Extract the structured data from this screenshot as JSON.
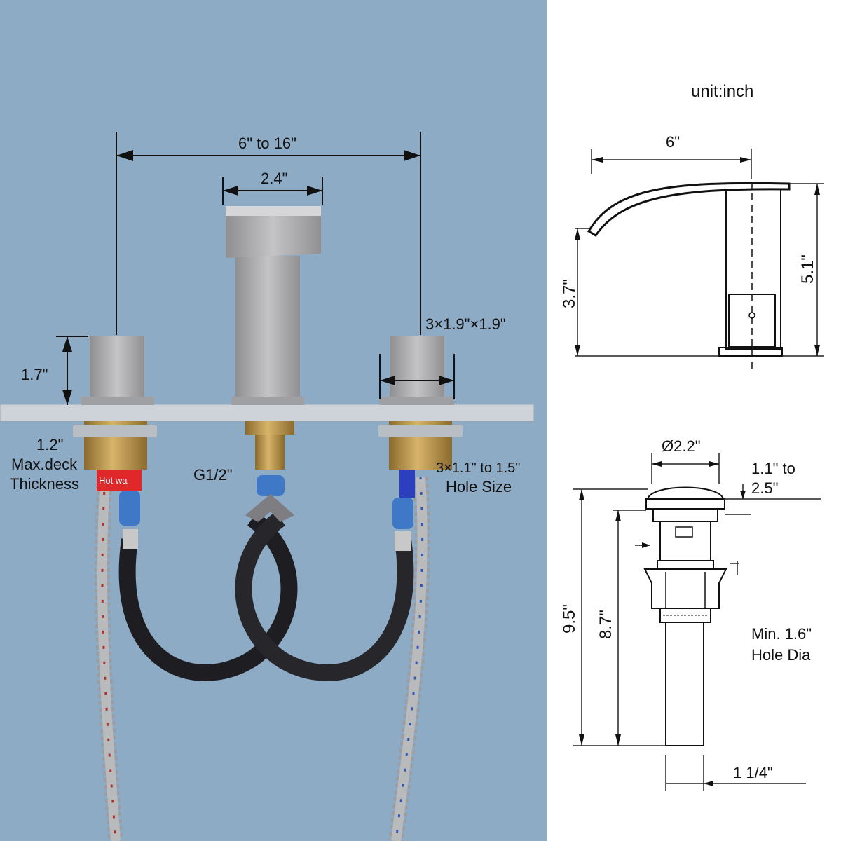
{
  "photo": {
    "labels": {
      "span": "6\" to 16\"",
      "spout_width": "2.4\"",
      "handle_size": "3×1.9\"×1.9\"",
      "handle_height": "1.7\"",
      "deck_value": "1.2\"",
      "deck_line1": "Max.deck",
      "deck_line2": "Thickness",
      "thread": "G1/2\"",
      "hole_size_line1": "3×1.1\" to 1.5\"",
      "hole_size_line2": "Hole Size",
      "hot_tag": "Hot wa"
    },
    "colors": {
      "background": "#8eabc6",
      "brushed_nickel": "#a9a9ab",
      "brass": "#b8924a",
      "hose_black": "#1e1e22"
    }
  },
  "drawing_top": {
    "unit": "unit:inch",
    "spout_length": "6\"",
    "spout_height": "3.7\"",
    "total_height": "5.1\""
  },
  "drawing_bottom": {
    "cap_diameter": "Ø2.2\"",
    "range_line1": "1.1\" to",
    "range_line2": "2.5\"",
    "total_length": "9.5\"",
    "body_length": "8.7\"",
    "hole_line1": "Min. 1.6\"",
    "hole_line2": "Hole Dia",
    "tail_diameter": "1 1/4\""
  }
}
